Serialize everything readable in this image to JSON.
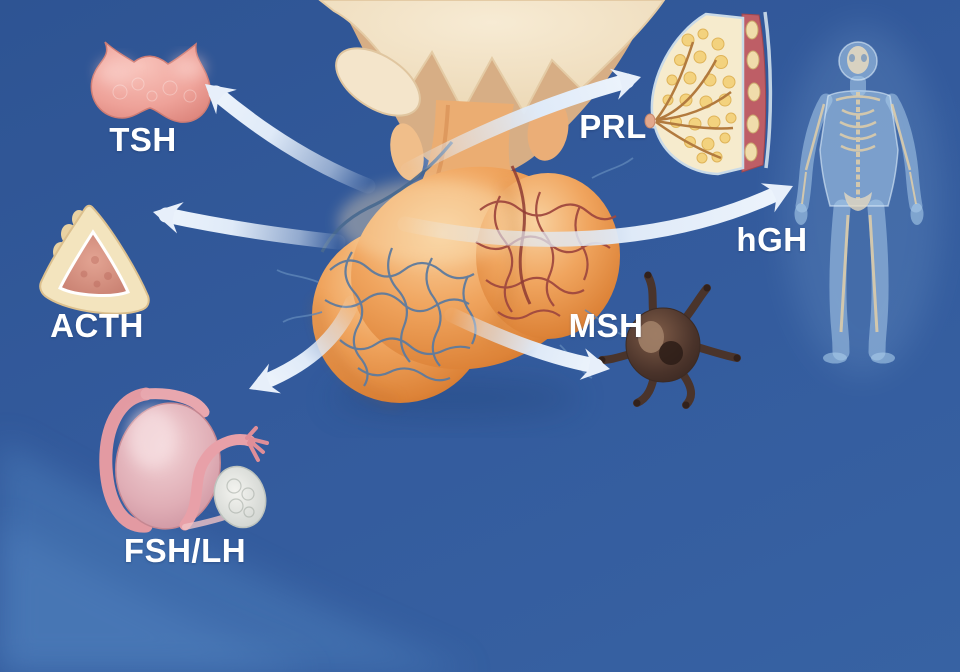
{
  "diagram": {
    "type": "anatomy-hormone-diagram",
    "center_organ_icon": "pituitary-gland-icon",
    "hormone_labels": [
      {
        "id": "tsh",
        "label": "TSH",
        "target_icon": "thyroid-gland-icon"
      },
      {
        "id": "acth",
        "label": "ACTH",
        "target_icon": "adrenal-gland-icon"
      },
      {
        "id": "fsh-lh",
        "label": "FSH/LH",
        "target_icon": "gonads-icon"
      },
      {
        "id": "prl",
        "label": "PRL",
        "target_icon": "breast-icon"
      },
      {
        "id": "hgh",
        "label": "hGH",
        "target_icon": "human-body-icon"
      },
      {
        "id": "msh",
        "label": "MSH",
        "target_icon": "melanocyte-icon"
      }
    ],
    "colors": {
      "background": "#33599B",
      "background_light": "#4678B5",
      "arrow": "#DFEAF8",
      "label_text": "#FFFFFF",
      "pituitary": "#EDA35C"
    }
  }
}
